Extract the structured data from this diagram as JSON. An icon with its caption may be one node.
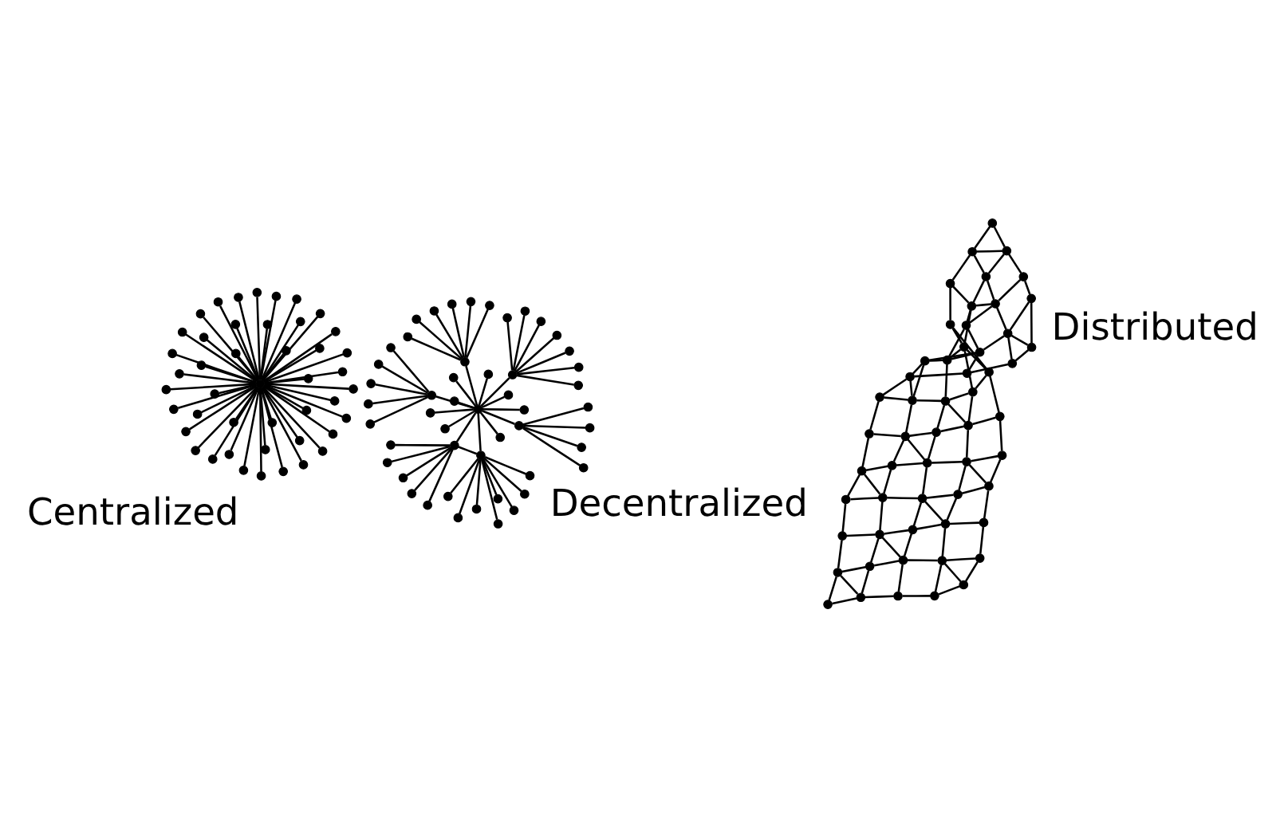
{
  "diagram": {
    "nodes": [
      {
        "text": [],
        "shape": "circle"
      },
      {
        "text": [],
        "shape": "circle"
      },
      {
        "text": [],
        "shape": "circle"
      },
      {
        "text": [],
        "shape": "circle"
      },
      {
        "text": [],
        "shape": "circle"
      },
      {
        "text": [],
        "shape": "circle"
      },
      {
        "text": [],
        "shape": "circle"
      },
      {
        "text": [],
        "shape": "circle"
      },
      {
        "text": [],
        "shape": "circle"
      },
      {
        "text": [],
        "shape": "circle"
      },
      {
        "text": [],
        "shape": "circle"
      },
      {
        "text": [],
        "shape": "circle"
      },
      {
        "text": [],
        "shape": "circle"
      },
      {
        "text": [],
        "shape": "circle"
      },
      {
        "text": [],
        "shape": "circle"
      },
      {
        "text": [],
        "shape": "circle"
      },
      {
        "text": [],
        "shape": "circle"
      },
      {
        "text": [],
        "shape": "circle"
      },
      {
        "text": [],
        "shape": "circle"
      },
      {
        "text": [],
        "shape": "circle"
      },
      {
        "text": [],
        "shape": "circle"
      },
      {
        "text": [],
        "shape": "circle"
      },
      {
        "text": [],
        "shape": "circle"
      },
      {
        "text": [],
        "shape": "circle"
      },
      {
        "text": [],
        "shape": "circle"
      },
      {
        "text": [],
        "shape": "circle"
      },
      {
        "text": [],
        "shape": "circle"
      },
      {
        "text": [],
        "shape": "circle"
      },
      {
        "text": [],
        "shape": "circle"
      },
      {
        "text": [],
        "shape": "circle"
      },
      {
        "text": [],
        "shape": "circle"
      },
      {
        "text": [],
        "shape": "circle"
      },
      {
        "text": [],
        "shape": "circle"
      },
      {
        "text": [],
        "shape": "circle"
      },
      {
        "text": [],
        "shape": "circle"
      },
      {
        "text": [],
        "shape": "circle"
      },
      {
        "text": [],
        "shape": "circle"
      },
      {
        "text": [],
        "shape": "circle"
      },
      {
        "text": [],
        "shape": "circle"
      },
      {
        "text": [],
        "shape": "circle"
      },
      {
        "text": [],
        "shape": "circle"
      },
      {
        "text": [],
        "shape": "circle"
      },
      {
        "text": [],
        "shape": "circle"
      },
      {
        "text": [],
        "shape": "circle"
      },
      {
        "text": [],
        "shape": "circle"
      },
      {
        "text": [],
        "shape": "circle"
      },
      {
        "text": [],
        "shape": "circle"
      },
      {
        "text": [],
        "shape": "circle"
      },
      {
        "text": [],
        "shape": "circle"
      },
      {
        "text": [],
        "shape": "circle"
      },
      {
        "text": [],
        "shape": "circle"
      },
      {
        "text": [],
        "shape": "circle"
      },
      {
        "text": [],
        "shape": "circle"
      },
      {
        "text": [],
        "shape": "circle"
      },
      {
        "text": [],
        "shape": "circle"
      },
      {
        "text": [],
        "shape": "circle"
      },
      {
        "text": [],
        "shape": "circle"
      },
      {
        "text": [],
        "shape": "circle"
      },
      {
        "text": [],
        "shape": "circle"
      },
      {
        "text": [],
        "shape": "circle"
      },
      {
        "text": [],
        "shape": "circle"
      },
      {
        "text": [],
        "shape": "circle"
      },
      {
        "text": [],
        "shape": "circle"
      },
      {
        "text": [],
        "shape": "circle"
      },
      {
        "text": [],
        "shape": "circle"
      },
      {
        "text": [],
        "shape": "circle"
      },
      {
        "text": [],
        "shape": "circle"
      },
      {
        "text": [],
        "shape": "circle"
      },
      {
        "text": [],
        "shape": "circle"
      },
      {
        "text": [],
        "shape": "circle"
      },
      {
        "text": [],
        "shape": "circle"
      },
      {
        "text": [],
        "shape": "circle"
      },
      {
        "text": [],
        "shape": "circle"
      },
      {
        "text": [],
        "shape": "circle"
      },
      {
        "text": [],
        "shape": "circle"
      },
      {
        "text": [],
        "shape": "circle"
      },
      {
        "text": [],
        "shape": "circle"
      },
      {
        "text": [],
        "shape": "circle"
      },
      {
        "text": [],
        "shape": "circle"
      },
      {
        "text": [],
        "shape": "circle"
      },
      {
        "text": [],
        "shape": "circle"
      },
      {
        "text": [],
        "shape": "circle"
      },
      {
        "text": [],
        "shape": "circle"
      },
      {
        "text": [],
        "shape": "circle"
      },
      {
        "text": [],
        "shape": "circle"
      },
      {
        "text": [],
        "shape": "circle"
      },
      {
        "text": [],
        "shape": "circle"
      },
      {
        "text": [],
        "shape": "circle"
      },
      {
        "text": [],
        "shape": "circle"
      },
      {
        "text": [],
        "shape": "circle"
      },
      {
        "text": [],
        "shape": "circle"
      },
      {
        "text": [],
        "shape": "circle"
      },
      {
        "text": [],
        "shape": "circle"
      },
      {
        "text": [],
        "shape": "circle"
      },
      {
        "text": [],
        "shape": "circle"
      },
      {
        "text": [],
        "shape": "circle"
      },
      {
        "text": [],
        "shape": "circle"
      },
      {
        "text": [],
        "shape": "circle"
      },
      {
        "text": [],
        "shape": "circle"
      },
      {
        "text": [],
        "shape": "circle"
      },
      {
        "text": [],
        "shape": "circle"
      },
      {
        "text": [],
        "shape": "circle"
      },
      {
        "text": [],
        "shape": "circle"
      },
      {
        "text": [],
        "shape": "circle"
      },
      {
        "text": [],
        "shape": "circle"
      },
      {
        "text": [],
        "shape": "circle"
      },
      {
        "text": [],
        "shape": "circle"
      },
      {
        "text": [],
        "shape": "circle"
      },
      {
        "text": [],
        "shape": "circle"
      },
      {
        "text": [],
        "shape": "circle"
      },
      {
        "text": [],
        "shape": "circle"
      },
      {
        "text": [],
        "shape": "circle"
      },
      {
        "text": [],
        "shape": "circle"
      },
      {
        "text": [],
        "shape": "circle"
      },
      {
        "text": [],
        "shape": "circle"
      },
      {
        "text": [],
        "shape": "circle"
      },
      {
        "text": [],
        "shape": "circle"
      },
      {
        "text": [],
        "shape": "circle"
      },
      {
        "text": [],
        "shape": "circle"
      },
      {
        "text": [],
        "shape": "circle"
      },
      {
        "text": [],
        "shape": "circle"
      },
      {
        "text": [],
        "shape": "circle"
      },
      {
        "text": [],
        "shape": "circle"
      },
      {
        "text": [],
        "shape": "circle"
      },
      {
        "text": [],
        "shape": "circle"
      },
      {
        "text": [],
        "shape": "circle"
      },
      {
        "text": [],
        "shape": "circle"
      },
      {
        "text": [],
        "shape": "circle"
      },
      {
        "text": [],
        "shape": "circle"
      },
      {
        "text": [],
        "shape": "circle"
      },
      {
        "text": [],
        "shape": "circle"
      },
      {
        "text": [],
        "shape": "circle"
      },
      {
        "text": [],
        "shape": "circle"
      },
      {
        "text": [],
        "shape": "circle"
      },
      {
        "text": [],
        "shape": "circle"
      },
      {
        "text": [],
        "shape": "circle"
      },
      {
        "text": [],
        "shape": "circle"
      },
      {
        "text": [],
        "shape": "circle"
      },
      {
        "text": [],
        "shape": "circle"
      },
      {
        "text": [],
        "shape": "circle"
      },
      {
        "text": [],
        "shape": "circle"
      },
      {
        "text": [],
        "shape": "circle"
      },
      {
        "text": [],
        "shape": "circle"
      },
      {
        "text": [],
        "shape": "circle"
      },
      {
        "text": [],
        "shape": "circle"
      },
      {
        "text": [],
        "shape": "circle"
      },
      {
        "text": [],
        "shape": "circle"
      },
      {
        "text": [],
        "shape": "circle"
      },
      {
        "text": [],
        "shape": "circle"
      },
      {
        "text": [],
        "shape": "circle"
      }
    ],
    "edges": [
      {
        "from": 0,
        "to": 1,
        "arrow": "none"
      },
      {
        "from": 0,
        "to": 2,
        "arrow": "none"
      },
      {
        "from": 0,
        "to": 3,
        "arrow": "none"
      },
      {
        "from": 0,
        "to": 4,
        "arrow": "none"
      },
      {
        "from": 0,
        "to": 5,
        "arrow": "none"
      },
      {
        "from": 0,
        "to": 6,
        "arrow": "none"
      },
      {
        "from": 0,
        "to": 7,
        "arrow": "none"
      },
      {
        "from": 0,
        "to": 8,
        "arrow": "none"
      },
      {
        "from": 0,
        "to": 9,
        "arrow": "none"
      },
      {
        "from": 0,
        "to": 10,
        "arrow": "none"
      },
      {
        "from": 0,
        "to": 11,
        "arrow": "none"
      },
      {
        "from": 0,
        "to": 12,
        "arrow": "none"
      },
      {
        "from": 0,
        "to": 13,
        "arrow": "none"
      },
      {
        "from": 0,
        "to": 14,
        "arrow": "none"
      },
      {
        "from": 0,
        "to": 15,
        "arrow": "none"
      },
      {
        "from": 0,
        "to": 16,
        "arrow": "none"
      },
      {
        "from": 0,
        "to": 17,
        "arrow": "none"
      },
      {
        "from": 0,
        "to": 18,
        "arrow": "none"
      },
      {
        "from": 0,
        "to": 19,
        "arrow": "none"
      },
      {
        "from": 0,
        "to": 20,
        "arrow": "none"
      },
      {
        "from": 0,
        "to": 21,
        "arrow": "none"
      },
      {
        "from": 0,
        "to": 22,
        "arrow": "none"
      },
      {
        "from": 0,
        "to": 23,
        "arrow": "none"
      },
      {
        "from": 0,
        "to": 24,
        "arrow": "none"
      },
      {
        "from": 0,
        "to": 25,
        "arrow": "none"
      },
      {
        "from": 0,
        "to": 26,
        "arrow": "none"
      },
      {
        "from": 0,
        "to": 27,
        "arrow": "none"
      },
      {
        "from": 0,
        "to": 28,
        "arrow": "none"
      },
      {
        "from": 0,
        "to": 29,
        "arrow": "none"
      },
      {
        "from": 0,
        "to": 30,
        "arrow": "none"
      },
      {
        "from": 0,
        "to": 31,
        "arrow": "none"
      },
      {
        "from": 0,
        "to": 32,
        "arrow": "none"
      },
      {
        "from": 0,
        "to": 33,
        "arrow": "none"
      },
      {
        "from": 0,
        "to": 34,
        "arrow": "none"
      },
      {
        "from": 0,
        "to": 35,
        "arrow": "none"
      },
      {
        "from": 0,
        "to": 36,
        "arrow": "none"
      },
      {
        "from": 0,
        "to": 37,
        "arrow": "none"
      },
      {
        "from": 0,
        "to": 38,
        "arrow": "none"
      },
      {
        "from": 0,
        "to": 39,
        "arrow": "none"
      },
      {
        "from": 0,
        "to": 40,
        "arrow": "none"
      },
      {
        "from": 0,
        "to": 41,
        "arrow": "none"
      },
      {
        "from": 0,
        "to": 42,
        "arrow": "none"
      },
      {
        "from": 0,
        "to": 43,
        "arrow": "none"
      },
      {
        "from": 0,
        "to": 44,
        "arrow": "none"
      },
      {
        "from": 45,
        "to": 46,
        "arrow": "none"
      },
      {
        "from": 45,
        "to": 47,
        "arrow": "none"
      },
      {
        "from": 46,
        "to": 47,
        "arrow": "none"
      },
      {
        "from": 47,
        "to": 48,
        "arrow": "none"
      },
      {
        "from": 47,
        "to": 49,
        "arrow": "none"
      },
      {
        "from": 47,
        "to": 50,
        "arrow": "none"
      },
      {
        "from": 47,
        "to": 51,
        "arrow": "none"
      },
      {
        "from": 45,
        "to": 52,
        "arrow": "none"
      },
      {
        "from": 45,
        "to": 53,
        "arrow": "none"
      },
      {
        "from": 45,
        "to": 54,
        "arrow": "none"
      },
      {
        "from": 45,
        "to": 55,
        "arrow": "none"
      },
      {
        "from": 45,
        "to": 56,
        "arrow": "none"
      },
      {
        "from": 45,
        "to": 57,
        "arrow": "none"
      },
      {
        "from": 45,
        "to": 58,
        "arrow": "none"
      },
      {
        "from": 45,
        "to": 59,
        "arrow": "none"
      },
      {
        "from": 46,
        "to": 60,
        "arrow": "none"
      },
      {
        "from": 46,
        "to": 61,
        "arrow": "none"
      },
      {
        "from": 46,
        "to": 62,
        "arrow": "none"
      },
      {
        "from": 46,
        "to": 63,
        "arrow": "none"
      },
      {
        "from": 46,
        "to": 64,
        "arrow": "none"
      },
      {
        "from": 47,
        "to": 65,
        "arrow": "none"
      },
      {
        "from": 47,
        "to": 66,
        "arrow": "none"
      },
      {
        "from": 47,
        "to": 67,
        "arrow": "none"
      },
      {
        "from": 47,
        "to": 68,
        "arrow": "none"
      },
      {
        "from": 47,
        "to": 69,
        "arrow": "none"
      },
      {
        "from": 47,
        "to": 70,
        "arrow": "none"
      },
      {
        "from": 47,
        "to": 71,
        "arrow": "none"
      },
      {
        "from": 47,
        "to": 72,
        "arrow": "none"
      },
      {
        "from": 48,
        "to": 73,
        "arrow": "none"
      },
      {
        "from": 48,
        "to": 74,
        "arrow": "none"
      },
      {
        "from": 48,
        "to": 75,
        "arrow": "none"
      },
      {
        "from": 48,
        "to": 76,
        "arrow": "none"
      },
      {
        "from": 48,
        "to": 77,
        "arrow": "none"
      },
      {
        "from": 48,
        "to": 78,
        "arrow": "none"
      },
      {
        "from": 48,
        "to": 79,
        "arrow": "none"
      },
      {
        "from": 49,
        "to": 80,
        "arrow": "none"
      },
      {
        "from": 49,
        "to": 81,
        "arrow": "none"
      },
      {
        "from": 49,
        "to": 82,
        "arrow": "none"
      },
      {
        "from": 49,
        "to": 83,
        "arrow": "none"
      },
      {
        "from": 49,
        "to": 84,
        "arrow": "none"
      },
      {
        "from": 50,
        "to": 85,
        "arrow": "none"
      },
      {
        "from": 50,
        "to": 86,
        "arrow": "none"
      },
      {
        "from": 50,
        "to": 87,
        "arrow": "none"
      },
      {
        "from": 50,
        "to": 88,
        "arrow": "none"
      },
      {
        "from": 50,
        "to": 89,
        "arrow": "none"
      },
      {
        "from": 50,
        "to": 90,
        "arrow": "none"
      },
      {
        "from": 51,
        "to": 91,
        "arrow": "none"
      },
      {
        "from": 51,
        "to": 92,
        "arrow": "none"
      },
      {
        "from": 51,
        "to": 93,
        "arrow": "none"
      },
      {
        "from": 51,
        "to": 94,
        "arrow": "none"
      },
      {
        "from": 95,
        "to": 96,
        "arrow": "none"
      },
      {
        "from": 96,
        "to": 97,
        "arrow": "none"
      },
      {
        "from": 97,
        "to": 98,
        "arrow": "none"
      },
      {
        "from": 98,
        "to": 99,
        "arrow": "none"
      },
      {
        "from": 100,
        "to": 101,
        "arrow": "none"
      },
      {
        "from": 101,
        "to": 102,
        "arrow": "none"
      },
      {
        "from": 102,
        "to": 103,
        "arrow": "none"
      },
      {
        "from": 103,
        "to": 104,
        "arrow": "none"
      },
      {
        "from": 105,
        "to": 106,
        "arrow": "none"
      },
      {
        "from": 106,
        "to": 107,
        "arrow": "none"
      },
      {
        "from": 107,
        "to": 108,
        "arrow": "none"
      },
      {
        "from": 108,
        "to": 109,
        "arrow": "none"
      },
      {
        "from": 110,
        "to": 111,
        "arrow": "none"
      },
      {
        "from": 111,
        "to": 112,
        "arrow": "none"
      },
      {
        "from": 112,
        "to": 113,
        "arrow": "none"
      },
      {
        "from": 113,
        "to": 114,
        "arrow": "none"
      },
      {
        "from": 115,
        "to": 116,
        "arrow": "none"
      },
      {
        "from": 116,
        "to": 117,
        "arrow": "none"
      },
      {
        "from": 117,
        "to": 118,
        "arrow": "none"
      },
      {
        "from": 118,
        "to": 119,
        "arrow": "none"
      },
      {
        "from": 120,
        "to": 121,
        "arrow": "none"
      },
      {
        "from": 121,
        "to": 122,
        "arrow": "none"
      },
      {
        "from": 122,
        "to": 123,
        "arrow": "none"
      },
      {
        "from": 123,
        "to": 124,
        "arrow": "none"
      },
      {
        "from": 125,
        "to": 126,
        "arrow": "none"
      },
      {
        "from": 126,
        "to": 127,
        "arrow": "none"
      },
      {
        "from": 127,
        "to": 128,
        "arrow": "none"
      },
      {
        "from": 128,
        "to": 129,
        "arrow": "none"
      },
      {
        "from": 130,
        "to": 131,
        "arrow": "none"
      },
      {
        "from": 131,
        "to": 132,
        "arrow": "none"
      },
      {
        "from": 132,
        "to": 133,
        "arrow": "none"
      },
      {
        "from": 133,
        "to": 134,
        "arrow": "none"
      },
      {
        "from": 135,
        "to": 136,
        "arrow": "none"
      },
      {
        "from": 136,
        "to": 137,
        "arrow": "none"
      },
      {
        "from": 137,
        "to": 138,
        "arrow": "none"
      },
      {
        "from": 138,
        "to": 139,
        "arrow": "none"
      },
      {
        "from": 140,
        "to": 141,
        "arrow": "none"
      },
      {
        "from": 141,
        "to": 142,
        "arrow": "none"
      },
      {
        "from": 142,
        "to": 143,
        "arrow": "none"
      },
      {
        "from": 143,
        "to": 144,
        "arrow": "none"
      },
      {
        "from": 145,
        "to": 146,
        "arrow": "none"
      },
      {
        "from": 146,
        "to": 147,
        "arrow": "none"
      },
      {
        "from": 147,
        "to": 148,
        "arrow": "none"
      },
      {
        "from": 148,
        "to": 149,
        "arrow": "none"
      },
      {
        "from": 95,
        "to": 100,
        "arrow": "none"
      },
      {
        "from": 96,
        "to": 101,
        "arrow": "none"
      },
      {
        "from": 97,
        "to": 102,
        "arrow": "none"
      },
      {
        "from": 98,
        "to": 103,
        "arrow": "none"
      },
      {
        "from": 99,
        "to": 104,
        "arrow": "none"
      },
      {
        "from": 100,
        "to": 105,
        "arrow": "none"
      },
      {
        "from": 101,
        "to": 106,
        "arrow": "none"
      },
      {
        "from": 102,
        "to": 107,
        "arrow": "none"
      },
      {
        "from": 103,
        "to": 108,
        "arrow": "none"
      },
      {
        "from": 104,
        "to": 109,
        "arrow": "none"
      },
      {
        "from": 105,
        "to": 110,
        "arrow": "none"
      },
      {
        "from": 106,
        "to": 111,
        "arrow": "none"
      },
      {
        "from": 107,
        "to": 112,
        "arrow": "none"
      },
      {
        "from": 108,
        "to": 113,
        "arrow": "none"
      },
      {
        "from": 109,
        "to": 114,
        "arrow": "none"
      },
      {
        "from": 110,
        "to": 115,
        "arrow": "none"
      },
      {
        "from": 111,
        "to": 116,
        "arrow": "none"
      },
      {
        "from": 112,
        "to": 117,
        "arrow": "none"
      },
      {
        "from": 113,
        "to": 118,
        "arrow": "none"
      },
      {
        "from": 114,
        "to": 119,
        "arrow": "none"
      },
      {
        "from": 115,
        "to": 120,
        "arrow": "none"
      },
      {
        "from": 116,
        "to": 121,
        "arrow": "none"
      },
      {
        "from": 117,
        "to": 122,
        "arrow": "none"
      },
      {
        "from": 118,
        "to": 123,
        "arrow": "none"
      },
      {
        "from": 119,
        "to": 124,
        "arrow": "none"
      },
      {
        "from": 120,
        "to": 125,
        "arrow": "none"
      },
      {
        "from": 121,
        "to": 126,
        "arrow": "none"
      },
      {
        "from": 122,
        "to": 127,
        "arrow": "none"
      },
      {
        "from": 123,
        "to": 128,
        "arrow": "none"
      },
      {
        "from": 124,
        "to": 129,
        "arrow": "none"
      },
      {
        "from": 125,
        "to": 130,
        "arrow": "none"
      },
      {
        "from": 126,
        "to": 131,
        "arrow": "none"
      },
      {
        "from": 127,
        "to": 132,
        "arrow": "none"
      },
      {
        "from": 128,
        "to": 133,
        "arrow": "none"
      },
      {
        "from": 129,
        "to": 134,
        "arrow": "none"
      },
      {
        "from": 130,
        "to": 135,
        "arrow": "none"
      },
      {
        "from": 131,
        "to": 136,
        "arrow": "none"
      },
      {
        "from": 132,
        "to": 137,
        "arrow": "none"
      },
      {
        "from": 133,
        "to": 138,
        "arrow": "none"
      },
      {
        "from": 134,
        "to": 139,
        "arrow": "none"
      },
      {
        "from": 135,
        "to": 140,
        "arrow": "none"
      },
      {
        "from": 136,
        "to": 141,
        "arrow": "none"
      },
      {
        "from": 137,
        "to": 142,
        "arrow": "none"
      },
      {
        "from": 138,
        "to": 143,
        "arrow": "none"
      },
      {
        "from": 139,
        "to": 144,
        "arrow": "none"
      },
      {
        "from": 140,
        "to": 145,
        "arrow": "none"
      },
      {
        "from": 141,
        "to": 146,
        "arrow": "none"
      },
      {
        "from": 142,
        "to": 147,
        "arrow": "none"
      },
      {
        "from": 143,
        "to": 148,
        "arrow": "none"
      },
      {
        "from": 144,
        "to": 149,
        "arrow": "none"
      },
      {
        "from": 95,
        "to": 101,
        "arrow": "none"
      },
      {
        "from": 98,
        "to": 104,
        "arrow": "none"
      },
      {
        "from": 102,
        "to": 108,
        "arrow": "none"
      },
      {
        "from": 106,
        "to": 112,
        "arrow": "none"
      },
      {
        "from": 110,
        "to": 116,
        "arrow": "none"
      },
      {
        "from": 113,
        "to": 119,
        "arrow": "none"
      },
      {
        "from": 117,
        "to": 123,
        "arrow": "none"
      },
      {
        "from": 121,
        "to": 127,
        "arrow": "none"
      },
      {
        "from": 125,
        "to": 131,
        "arrow": "none"
      },
      {
        "from": 128,
        "to": 134,
        "arrow": "none"
      },
      {
        "from": 132,
        "to": 138,
        "arrow": "none"
      },
      {
        "from": 136,
        "to": 142,
        "arrow": "none"
      },
      {
        "from": 140,
        "to": 146,
        "arrow": "none"
      },
      {
        "from": 143,
        "to": 149,
        "arrow": "none"
      }
    ],
    "labels": [
      "Centralized",
      "Decentralized",
      "Distributed"
    ]
  }
}
